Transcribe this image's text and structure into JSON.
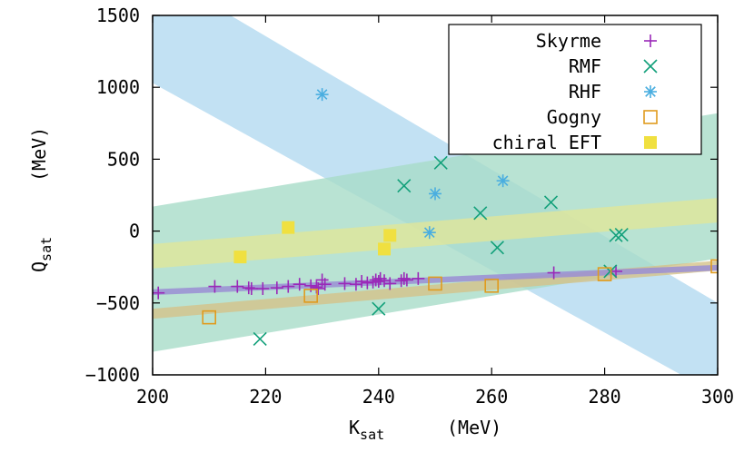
{
  "chart_data": {
    "type": "scatter",
    "xlabel_main": "K",
    "xlabel_sub": "sat",
    "xlabel_unit": "(MeV)",
    "ylabel_main": "Q",
    "ylabel_sub": "sat",
    "ylabel_unit": "(MeV)",
    "xlim": [
      200,
      300
    ],
    "ylim": [
      -1000,
      1500
    ],
    "xticks": [
      200,
      220,
      240,
      260,
      280,
      300
    ],
    "yticks": [
      -1000,
      -500,
      0,
      500,
      1000,
      1500
    ],
    "grid": false,
    "legend_position": "top-right",
    "series": [
      {
        "name": "Skyrme",
        "marker": "plus",
        "color": "#9a28b8",
        "points": [
          [
            201,
            -430
          ],
          [
            211,
            -385
          ],
          [
            215,
            -385
          ],
          [
            217,
            -395
          ],
          [
            217.5,
            -400
          ],
          [
            219.5,
            -400
          ],
          [
            222,
            -395
          ],
          [
            224,
            -385
          ],
          [
            226,
            -370
          ],
          [
            228,
            -380
          ],
          [
            229,
            -390
          ],
          [
            229.3,
            -400
          ],
          [
            230,
            -340
          ],
          [
            230.5,
            -370
          ],
          [
            234,
            -365
          ],
          [
            236,
            -370
          ],
          [
            237,
            -350
          ],
          [
            238,
            -360
          ],
          [
            239,
            -355
          ],
          [
            239.5,
            -340
          ],
          [
            240,
            -350
          ],
          [
            240.3,
            -330
          ],
          [
            241,
            -345
          ],
          [
            242,
            -365
          ],
          [
            244,
            -345
          ],
          [
            244.5,
            -330
          ],
          [
            245,
            -340
          ],
          [
            247,
            -330
          ],
          [
            271,
            -290
          ],
          [
            282,
            -280
          ]
        ]
      },
      {
        "name": "RMF",
        "marker": "cross",
        "color": "#12a07a",
        "points": [
          [
            219,
            -750
          ],
          [
            240,
            -540
          ],
          [
            244.5,
            315
          ],
          [
            251,
            475
          ],
          [
            258,
            125
          ],
          [
            261,
            -115
          ],
          [
            270.5,
            200
          ],
          [
            281,
            -280
          ],
          [
            282,
            -30
          ],
          [
            283,
            -25
          ]
        ]
      },
      {
        "name": "RHF",
        "marker": "asterisk",
        "color": "#4aaee0",
        "points": [
          [
            230,
            950
          ],
          [
            249,
            -10
          ],
          [
            250,
            260
          ],
          [
            262,
            350
          ]
        ]
      },
      {
        "name": "Gogny",
        "marker": "open-square",
        "color": "#e09b1e",
        "points": [
          [
            210,
            -600
          ],
          [
            228,
            -450
          ],
          [
            250,
            -365
          ],
          [
            260,
            -380
          ],
          [
            280,
            -300
          ],
          [
            300,
            -245
          ]
        ]
      },
      {
        "name": "chiral EFT",
        "marker": "filled-square",
        "color": "#f0e040",
        "points": [
          [
            215.5,
            -180
          ],
          [
            224,
            25
          ],
          [
            241,
            -125
          ],
          [
            242,
            -30
          ]
        ]
      }
    ],
    "bands": [
      {
        "series": "RHF",
        "color": "#b3d9f0",
        "opacity": 0.8,
        "upper": [
          [
            200,
            1820
          ],
          [
            300,
            -500
          ]
        ],
        "lower": [
          [
            200,
            1030
          ],
          [
            300,
            -1140
          ]
        ]
      },
      {
        "series": "RMF",
        "color": "#a8dcc8",
        "opacity": 0.8,
        "upper": [
          [
            200,
            170
          ],
          [
            300,
            820
          ]
        ],
        "lower": [
          [
            200,
            -840
          ],
          [
            300,
            -190
          ]
        ]
      },
      {
        "series": "chiral EFT",
        "color": "#e0e69a",
        "opacity": 0.8,
        "upper": [
          [
            200,
            -90
          ],
          [
            300,
            230
          ]
        ],
        "lower": [
          [
            200,
            -260
          ],
          [
            300,
            60
          ]
        ]
      },
      {
        "series": "Gogny",
        "color": "#d4c28a",
        "opacity": 0.8,
        "upper": [
          [
            200,
            -540
          ],
          [
            300,
            -205
          ]
        ],
        "lower": [
          [
            200,
            -610
          ],
          [
            300,
            -275
          ]
        ]
      },
      {
        "series": "Skyrme",
        "color": "#9a8ed4",
        "opacity": 0.85,
        "upper": [
          [
            200,
            -405
          ],
          [
            300,
            -235
          ]
        ],
        "lower": [
          [
            200,
            -445
          ],
          [
            300,
            -275
          ]
        ]
      }
    ]
  }
}
